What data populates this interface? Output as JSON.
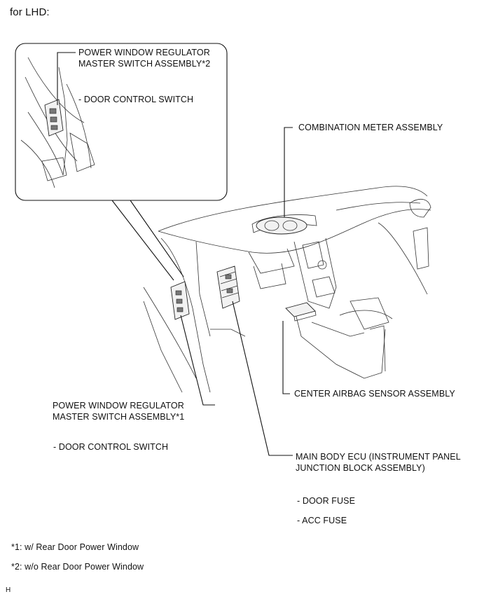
{
  "heading": "for LHD:",
  "callouts": {
    "pwr_master_2": {
      "line1": "POWER WINDOW REGULATOR",
      "line2": "MASTER SWITCH ASSEMBLY*2"
    },
    "door_ctrl_2": "- DOOR CONTROL SWITCH",
    "combination_meter": "COMBINATION METER ASSEMBLY",
    "center_airbag": "CENTER AIRBAG SENSOR ASSEMBLY",
    "pwr_master_1": {
      "line1": "POWER WINDOW REGULATOR",
      "line2": "MASTER SWITCH ASSEMBLY*1"
    },
    "door_ctrl_1": "- DOOR CONTROL SWITCH",
    "main_body_ecu": {
      "line1": "MAIN BODY ECU (INSTRUMENT PANEL",
      "line2": "JUNCTION BLOCK ASSEMBLY)"
    },
    "door_fuse": "- DOOR FUSE",
    "acc_fuse": "- ACC FUSE"
  },
  "notes": {
    "note1": "*1: w/ Rear Door Power Window",
    "note2": "*2: w/o Rear Door Power Window"
  },
  "footer_code": "H"
}
